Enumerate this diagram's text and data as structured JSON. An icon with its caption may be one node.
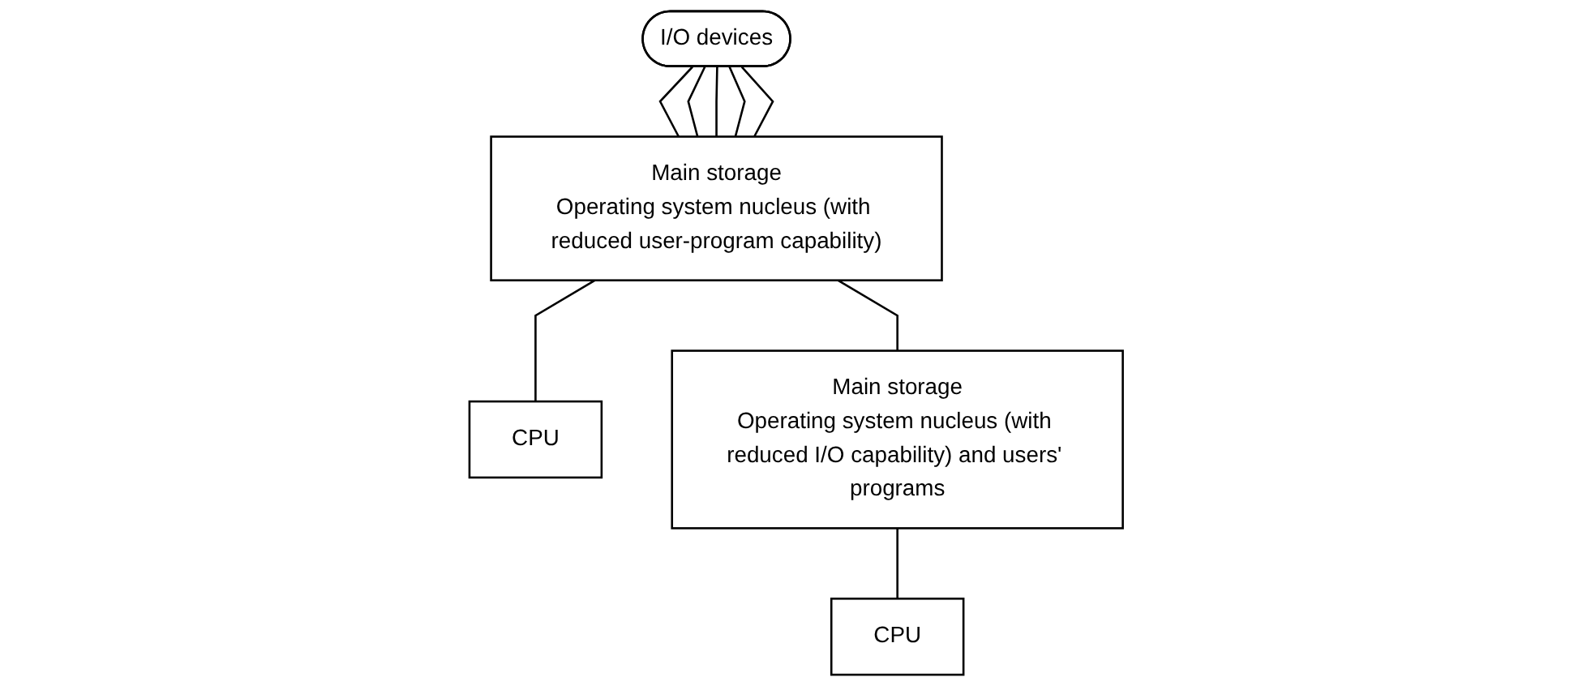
{
  "diagram": {
    "nodes": [
      {
        "text": [
          "I/O devices"
        ]
      },
      {
        "text": [
          "Main storage",
          "Operating system nucleus (with reduced user-program capability)"
        ]
      },
      {
        "text": [
          "CPU"
        ]
      },
      {
        "text": [
          "Main storage",
          "Operating system nucleus (with reduced I/O capability) and users' programs"
        ]
      },
      {
        "text": [
          "CPU"
        ]
      }
    ],
    "edges": [
      {
        "from": 0,
        "to": 1,
        "arrow": "none"
      },
      {
        "from": 0,
        "to": 1,
        "arrow": "none"
      },
      {
        "from": 0,
        "to": 1,
        "arrow": "none"
      },
      {
        "from": 0,
        "to": 1,
        "arrow": "none"
      },
      {
        "from": 0,
        "to": 1,
        "arrow": "none"
      },
      {
        "from": 1,
        "to": 2,
        "arrow": "none"
      },
      {
        "from": 1,
        "to": 3,
        "arrow": "none"
      },
      {
        "from": 3,
        "to": 4,
        "arrow": "none"
      }
    ]
  }
}
